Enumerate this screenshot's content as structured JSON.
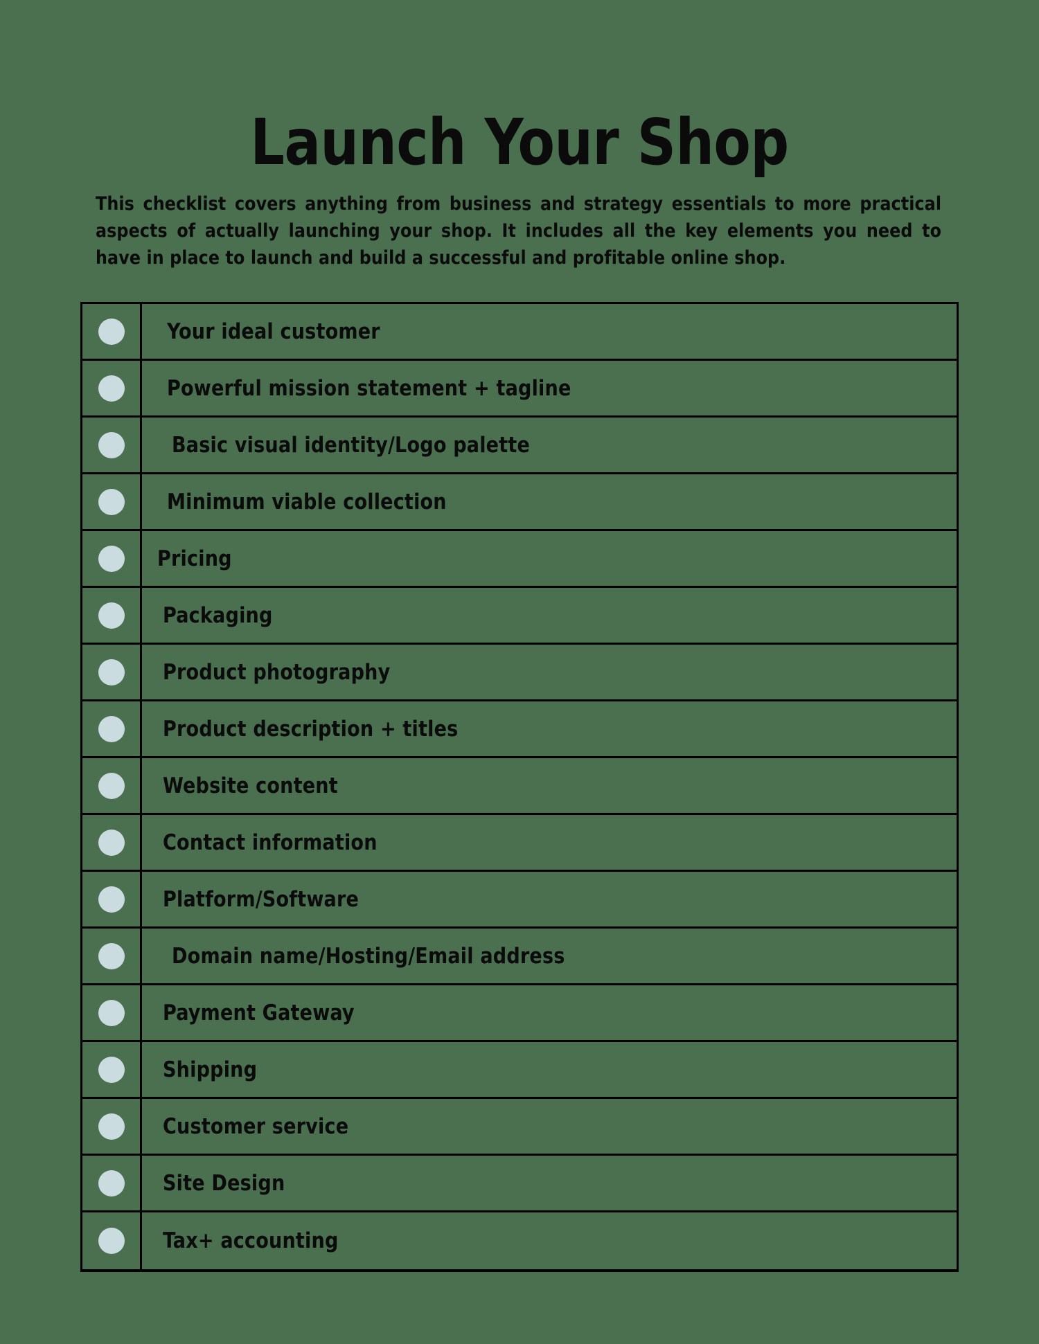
{
  "document": {
    "title": "Launch Your Shop",
    "intro": "This checklist covers anything from business and strategy essentials to more practical aspects of actually launching your shop. It includes all the key elements you need to have in place to launch and build a successful and profitable online shop."
  },
  "colors": {
    "background": "#4a7050",
    "text": "#0b0b0b",
    "bullet": "#cbdce1",
    "border": "#000000"
  },
  "checklist": {
    "items": [
      {
        "label": "Your ideal customer",
        "indent": 2
      },
      {
        "label": "Powerful mission statement + tagline",
        "indent": 2
      },
      {
        "label": "Basic visual identity/Logo palette",
        "indent": 3
      },
      {
        "label": "Minimum viable collection",
        "indent": 2
      },
      {
        "label": "Pricing",
        "indent": 0
      },
      {
        "label": "Packaging",
        "indent": 1
      },
      {
        "label": "Product photography",
        "indent": 1
      },
      {
        "label": "Product description + titles",
        "indent": 1
      },
      {
        "label": "Website content",
        "indent": 1
      },
      {
        "label": "Contact information",
        "indent": 1
      },
      {
        "label": "Platform/Software",
        "indent": 1
      },
      {
        "label": "Domain name/Hosting/Email address",
        "indent": 3
      },
      {
        "label": "Payment Gateway",
        "indent": 1
      },
      {
        "label": "Shipping",
        "indent": 1
      },
      {
        "label": "Customer service",
        "indent": 1
      },
      {
        "label": "Site Design",
        "indent": 1
      },
      {
        "label": "Tax+ accounting",
        "indent": 1
      }
    ]
  }
}
